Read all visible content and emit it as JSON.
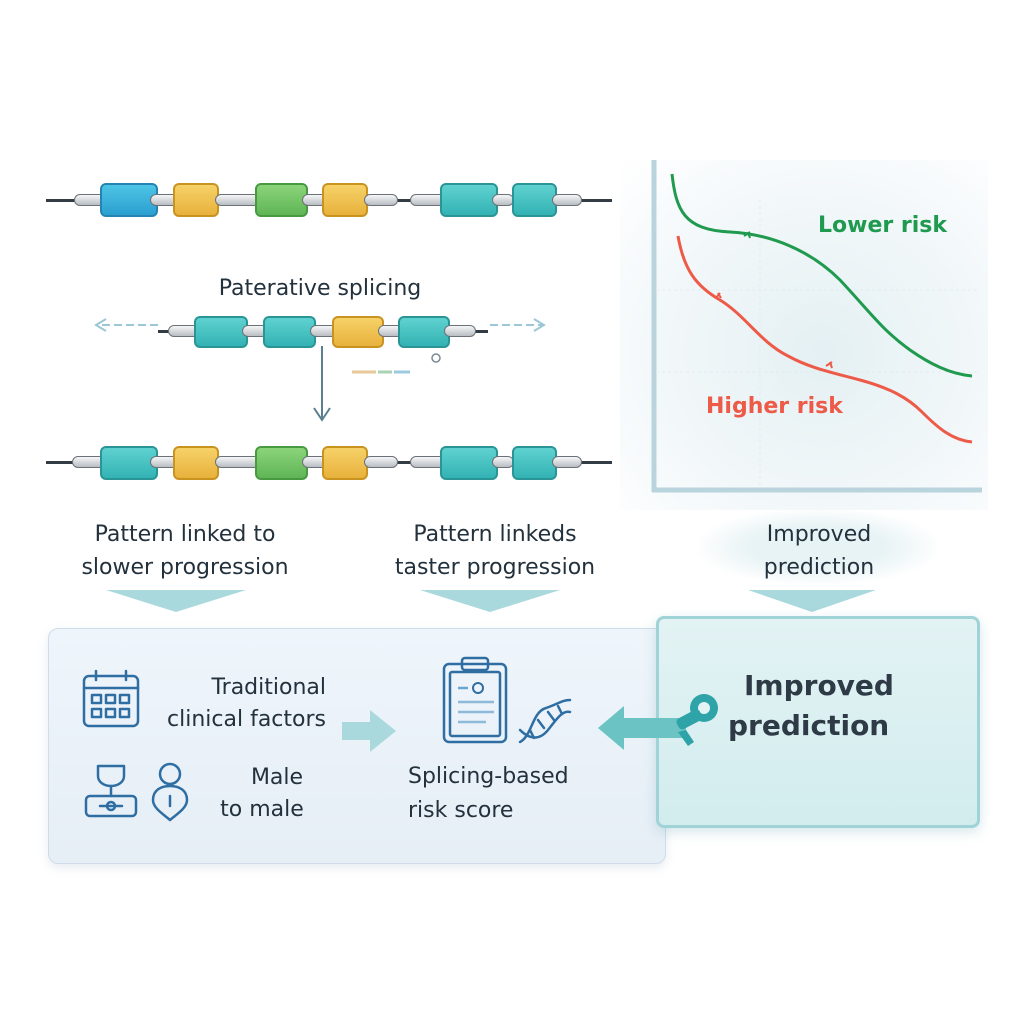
{
  "top_title": "Paterative splicing",
  "chart": {
    "label_lower": "Lower risk",
    "label_higher": "Higher risk",
    "color_lower": "#1f9a4f",
    "color_higher": "#ee5a48"
  },
  "captions": {
    "slower_line1": "Pattern linked to",
    "slower_line2": "slower progression",
    "faster_line1": "Pattern linkeds",
    "faster_line2": "taster progression",
    "improved_line1": "Improved",
    "improved_line2": "prediction"
  },
  "bottom": {
    "traditional_line1": "Traditional",
    "traditional_line2": "clinical factors",
    "sex_line1": "Male",
    "sex_line2": "to male",
    "splicing_line1": "Splicing-based",
    "splicing_line2": "risk score",
    "result_line1": "Improved",
    "result_line2": "prediction"
  },
  "icons": {
    "calendar": "calendar-icon",
    "scale": "scale-icon",
    "person": "person-icon",
    "clipboard": "clipboard-icon",
    "dna": "dna-icon",
    "key": "key-icon"
  },
  "colors": {
    "teal_accent": "#8fcfd4",
    "exon_blue": "#2b9fd0",
    "exon_yellow": "#e8b13c",
    "exon_green": "#5fb556",
    "exon_teal": "#33b2b4"
  }
}
